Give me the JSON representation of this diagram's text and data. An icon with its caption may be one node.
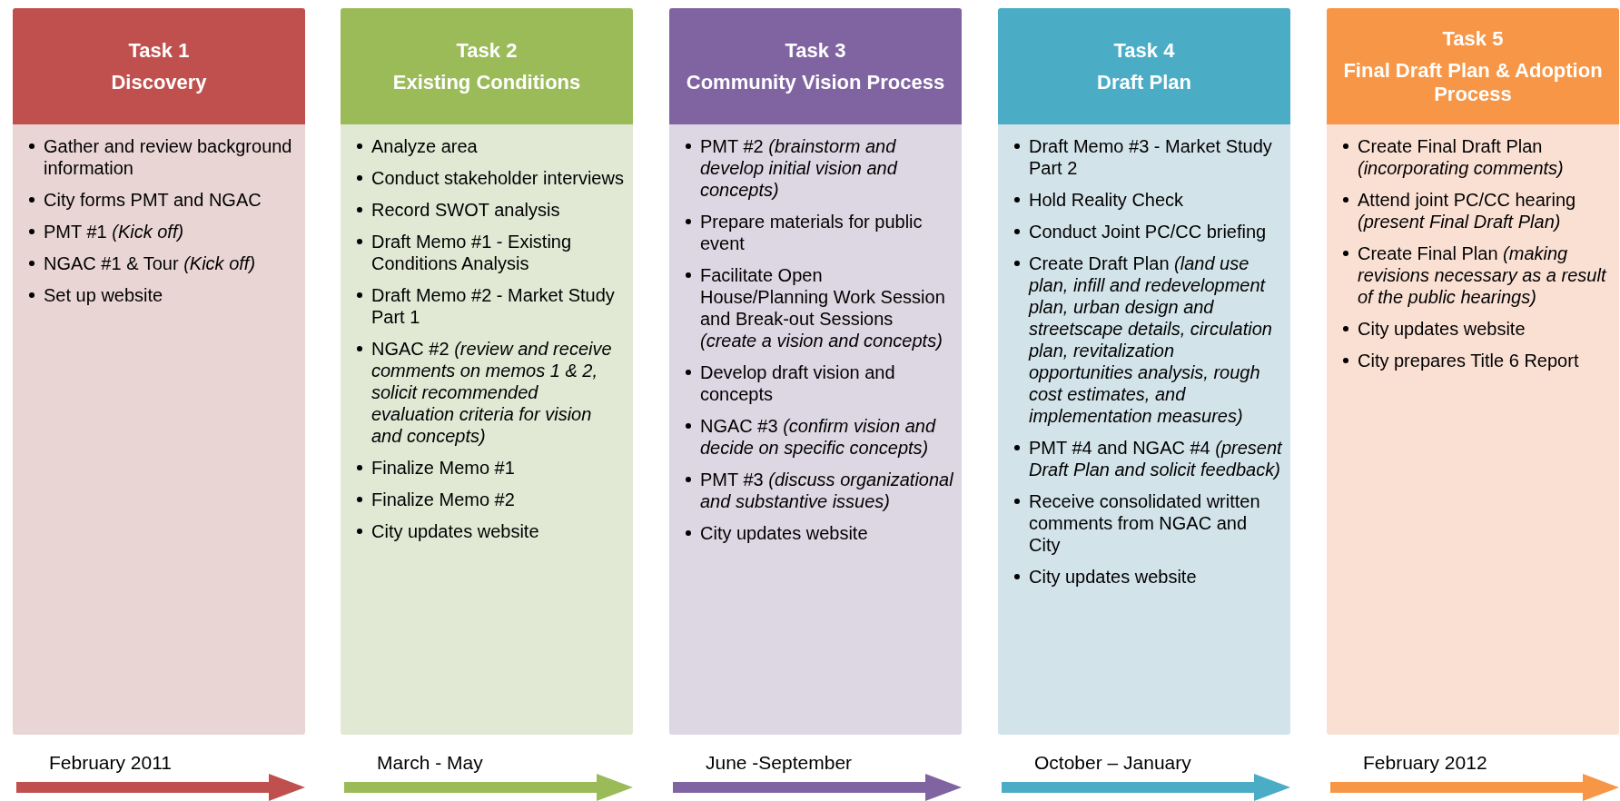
{
  "diagram": {
    "nodes": [
      {
        "text": [
          "Task 1",
          "Discovery"
        ]
      },
      {
        "text": [
          "Gather and review background information",
          "City forms PMT and NGAC",
          "PMT #1  *(Kick off)*",
          "NGAC #1 & Tour  *(Kick off)*",
          "Set up website"
        ],
        "beside": [
          "February 2011"
        ]
      },
      {
        "text": [
          "Task 2",
          "Existing Conditions"
        ]
      },
      {
        "text": [
          "Analyze area",
          "Conduct stakeholder interviews",
          "Record SWOT analysis",
          "Draft Memo #1 - Existing Conditions Analysis",
          "Draft Memo #2 - Market Study Part 1",
          "NGAC #2  *(review and receive comments on memos 1 & 2, solicit recommended evaluation criteria for vision and concepts)*",
          "Finalize Memo #1",
          "Finalize Memo #2",
          "City updates website"
        ],
        "beside": [
          "March - May"
        ]
      },
      {
        "text": [
          "Task 3",
          "Community Vision Process"
        ]
      },
      {
        "text": [
          "PMT #2  *(brainstorm and develop initial vision and concepts)*",
          "Prepare materials for public event",
          "Facilitate Open House/Planning Work Session and Break-out Sessions  *(create a vision and concepts)*",
          "Develop draft vision and concepts",
          "NGAC #3  *(confirm vision and decide on specific concepts)*",
          "PMT #3  *(discuss organizational and substantive issues)*",
          "City updates website"
        ],
        "beside": [
          "June -September"
        ]
      },
      {
        "text": [
          "Task 4",
          "Draft Plan"
        ]
      },
      {
        "text": [
          "Draft Memo #3 - Market Study Part 2",
          "Hold Reality Check",
          "Conduct Joint PC/CC briefing",
          "Create Draft Plan  *(land use plan, infill and redevelopment plan, urban design and streetscape details, circulation plan, revitalization opportunities analysis, rough cost estimates, and implementation measures)*",
          "PMT #4 and NGAC #4 *(present Draft Plan and solicit feedback)*",
          "Receive consolidated written comments from NGAC and City",
          "City updates website"
        ],
        "beside": [
          "October – January"
        ]
      },
      {
        "text": [
          "Task 5",
          "Final Draft Plan & Adoption Process"
        ]
      },
      {
        "text": [
          "Create Final Draft Plan *(incorporating comments)*",
          "Attend joint PC/CC hearing  *(present Final Draft Plan)*",
          "Create Final Plan  *(making revisions necessary as a result of the public hearings)*",
          "City updates website",
          "City prepares Title 6 Report"
        ],
        "beside": [
          "February 2012"
        ]
      }
    ]
  }
}
